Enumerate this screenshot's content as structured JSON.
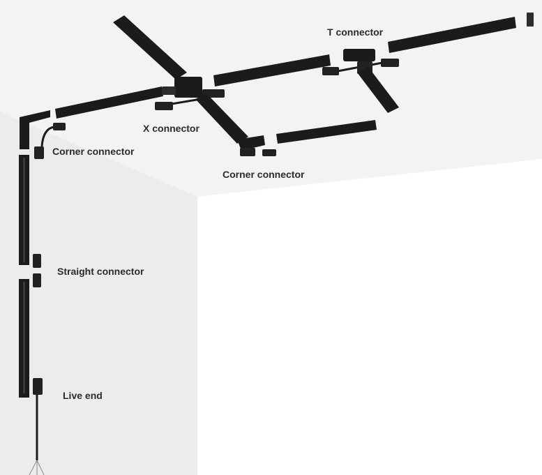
{
  "labels": {
    "t_connector": "T connector",
    "x_connector": "X connector",
    "corner_connector_left": "Corner connector",
    "corner_connector_middle": "Corner connector",
    "straight_connector": "Straight connector",
    "live_end": "Live end"
  },
  "colors": {
    "ceiling": "#f2f3f2",
    "left_wall": "#ececec",
    "right_wall": "#ffffff",
    "track": "#1b1b1b",
    "track_edge": "#3a3a3a",
    "wire": "#8a8a8a"
  }
}
